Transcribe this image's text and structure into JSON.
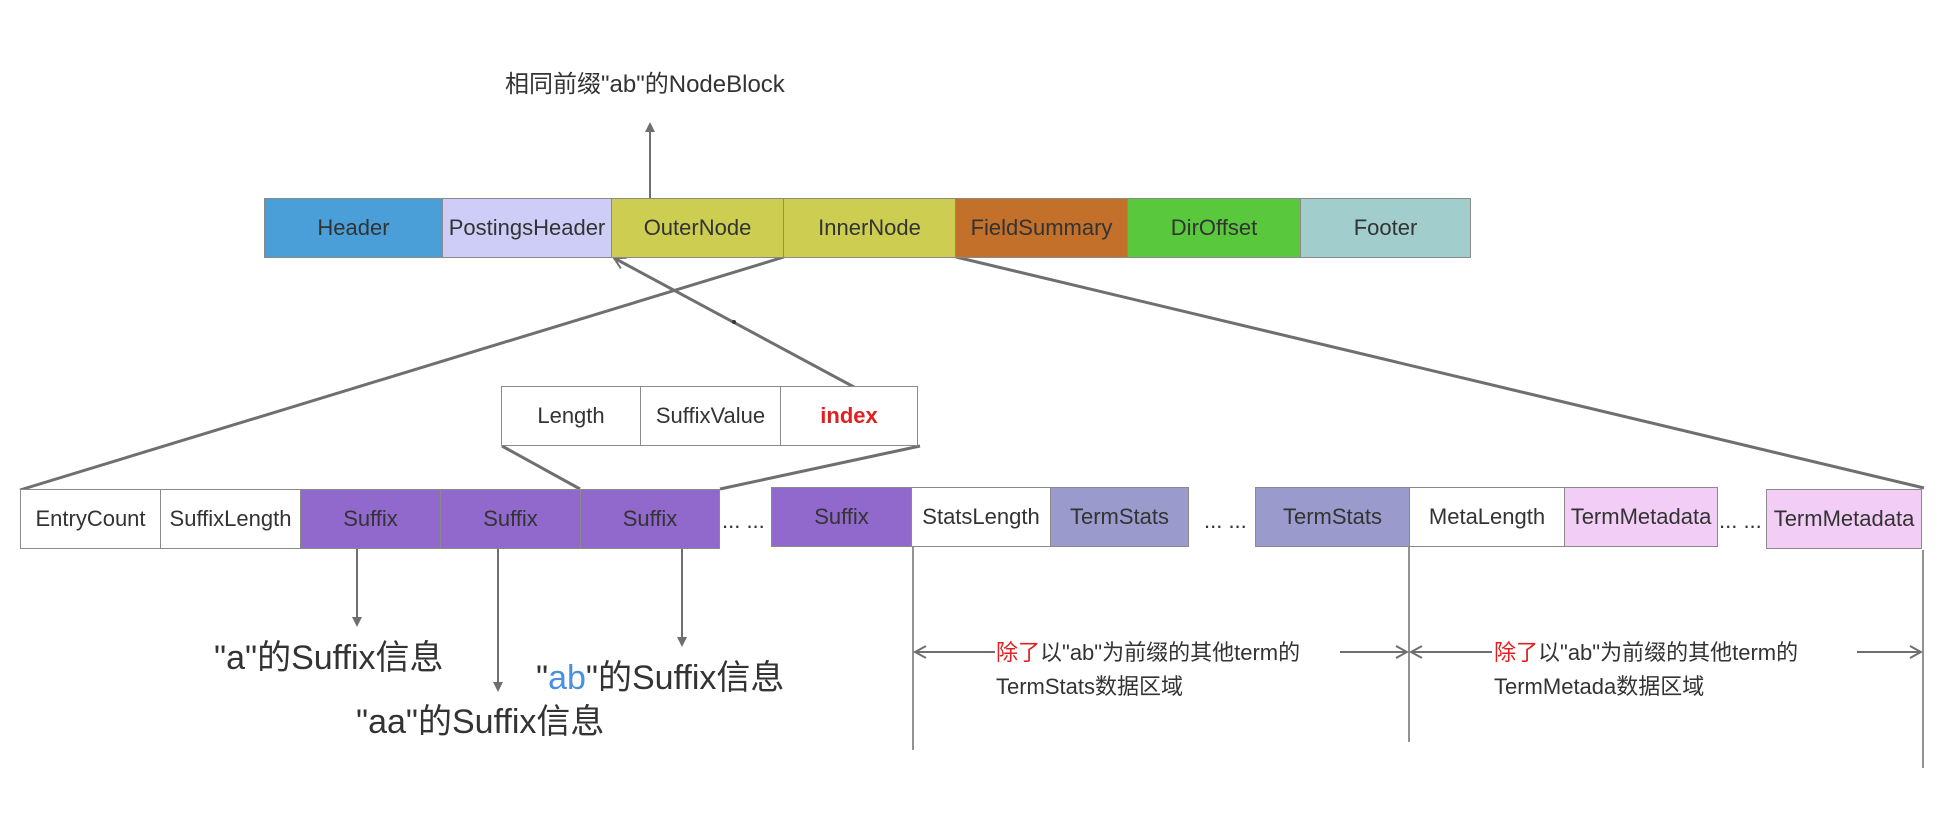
{
  "title": "相同前缀\"ab\"的NodeBlock",
  "top_row": [
    {
      "label": "Header",
      "color": "#4a9fd8"
    },
    {
      "label": "PostingsHeader",
      "color": "#cdcdf7"
    },
    {
      "label": "OuterNode",
      "color": "#cdcd52"
    },
    {
      "label": "InnerNode",
      "color": "#cdcd52"
    },
    {
      "label": "FieldSummary",
      "color": "#c2702a"
    },
    {
      "label": "DirOffset",
      "color": "#5ac83c"
    },
    {
      "label": "Footer",
      "color": "#a2cdcd"
    }
  ],
  "suffix_detail": [
    {
      "label": "Length",
      "color": "#ffffff"
    },
    {
      "label": "SuffixValue",
      "color": "#ffffff"
    },
    {
      "label": "index",
      "color": "#ffffff",
      "text_color": "#e02020",
      "bold": true
    }
  ],
  "bottom_row": [
    {
      "label": "EntryCount",
      "color": "#ffffff"
    },
    {
      "label": "SuffixLength",
      "color": "#ffffff"
    },
    {
      "label": "Suffix",
      "color": "#9168cc"
    },
    {
      "label": "Suffix",
      "color": "#9168cc"
    },
    {
      "label": "Suffix",
      "color": "#9168cc"
    },
    {
      "label": "Suffix",
      "color": "#9168cc"
    },
    {
      "label": "StatsLength",
      "color": "#ffffff"
    },
    {
      "label": "TermStats",
      "color": "#9a9acd"
    },
    {
      "label": "TermStats",
      "color": "#9a9acd"
    },
    {
      "label": "MetaLength",
      "color": "#ffffff"
    },
    {
      "label": "TermMetadata",
      "color": "#f2cdf6"
    },
    {
      "label": "TermMetadata",
      "color": "#f2cdf6"
    }
  ],
  "ellipsis": "... ...",
  "suffix_labels": {
    "a": {
      "q1": "\"",
      "key": "a",
      "q2": "\"",
      "rest": "的Suffix信息"
    },
    "aa": {
      "q1": "\"",
      "key": "aa",
      "q2": "\"",
      "rest": "的Suffix信息"
    },
    "ab": {
      "q1": "\"",
      "key": "ab",
      "q2": "\"",
      "rest": "的Suffix信息"
    }
  },
  "stats_note": {
    "red": "除了",
    "line1": "以\"ab\"为前缀的其他term的",
    "line2": "TermStats数据区域"
  },
  "meta_note": {
    "red": "除了",
    "line1": "以\"ab\"为前缀的其他term的",
    "line2": "TermMetada数据区域"
  }
}
